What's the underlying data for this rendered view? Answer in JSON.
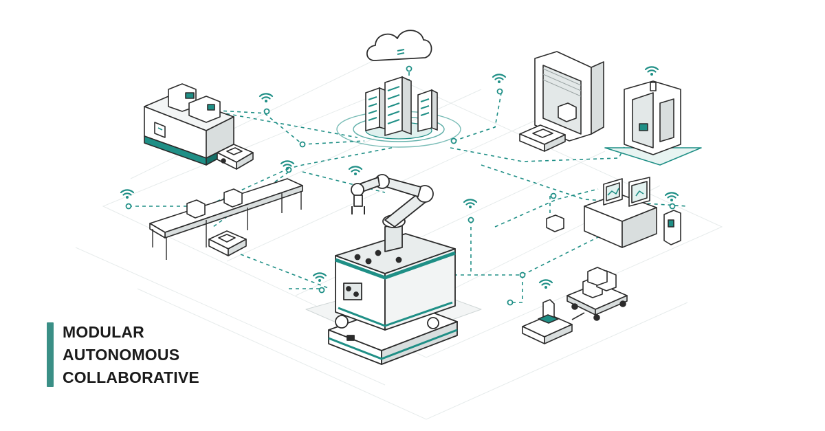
{
  "tagline": {
    "lines": [
      "MODULAR",
      "AUTONOMOUS",
      "COLLABORATIVE"
    ]
  },
  "colors": {
    "accent": "#1f8f86",
    "tagline_bar": "#3a8f86",
    "line_art": "#2b2b2b",
    "grid": "#e3e8e8"
  },
  "illustration": {
    "nodes": [
      "cloud-icon",
      "server-rack-icon",
      "cnc-machine-icon",
      "conveyor-belt-icon",
      "mobile-manipulator-robot-icon",
      "warehouse-dock-icon",
      "storage-cabinet-icon",
      "workstation-monitors-icon",
      "tugger-robot-cart-icon",
      "amr-robot-icon",
      "wifi-icon"
    ]
  }
}
